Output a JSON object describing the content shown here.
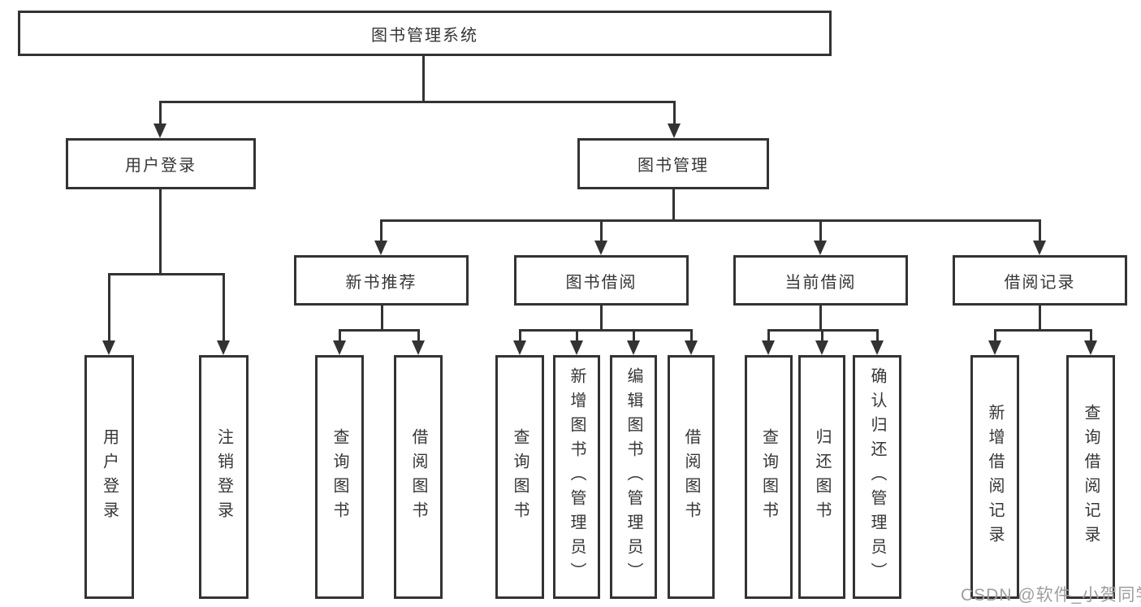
{
  "diagram_type": "hierarchy-tree",
  "colors": {
    "line": "#333333",
    "text": "#363636",
    "background": "#ffffff",
    "watermark": "#9e9e9e"
  },
  "tree": {
    "root": {
      "label": "图书管理系统",
      "children": [
        {
          "label": "用户登录",
          "children": [
            {
              "label": "用户登录"
            },
            {
              "label": "注销登录"
            }
          ]
        },
        {
          "label": "图书管理",
          "children": [
            {
              "label": "新书推荐",
              "children": [
                {
                  "label": "查询图书"
                },
                {
                  "label": "借阅图书"
                }
              ]
            },
            {
              "label": "图书借阅",
              "children": [
                {
                  "label": "查询图书"
                },
                {
                  "label": "新增图书（管理员）"
                },
                {
                  "label": "编辑图书（管理员）"
                },
                {
                  "label": "借阅图书"
                }
              ]
            },
            {
              "label": "当前借阅",
              "children": [
                {
                  "label": "查询图书"
                },
                {
                  "label": "归还图书"
                },
                {
                  "label": "确认归还（管理员）"
                }
              ]
            },
            {
              "label": "借阅记录",
              "children": [
                {
                  "label": "新增借阅记录"
                },
                {
                  "label": "查询借阅记录"
                }
              ]
            }
          ]
        }
      ]
    }
  },
  "watermark": {
    "text": "CSDN @软件_小贺同学"
  }
}
